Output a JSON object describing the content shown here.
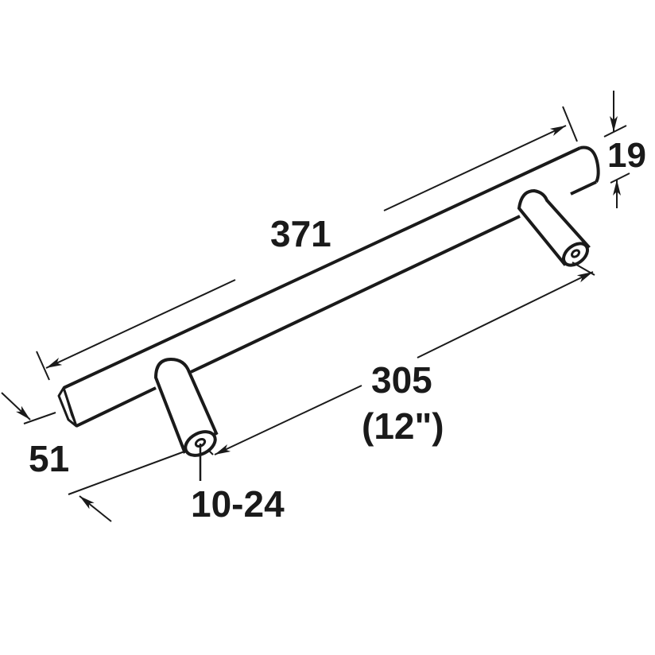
{
  "diagram": {
    "subject": "bar-pull-handle",
    "stroke_color": "#1a1a1a",
    "background": "#ffffff",
    "dimensions": {
      "overall_length": "371",
      "center_to_center": "305",
      "center_to_center_inches": "(12\")",
      "bar_diameter": "19",
      "projection": "51",
      "thread": "10-24"
    }
  }
}
